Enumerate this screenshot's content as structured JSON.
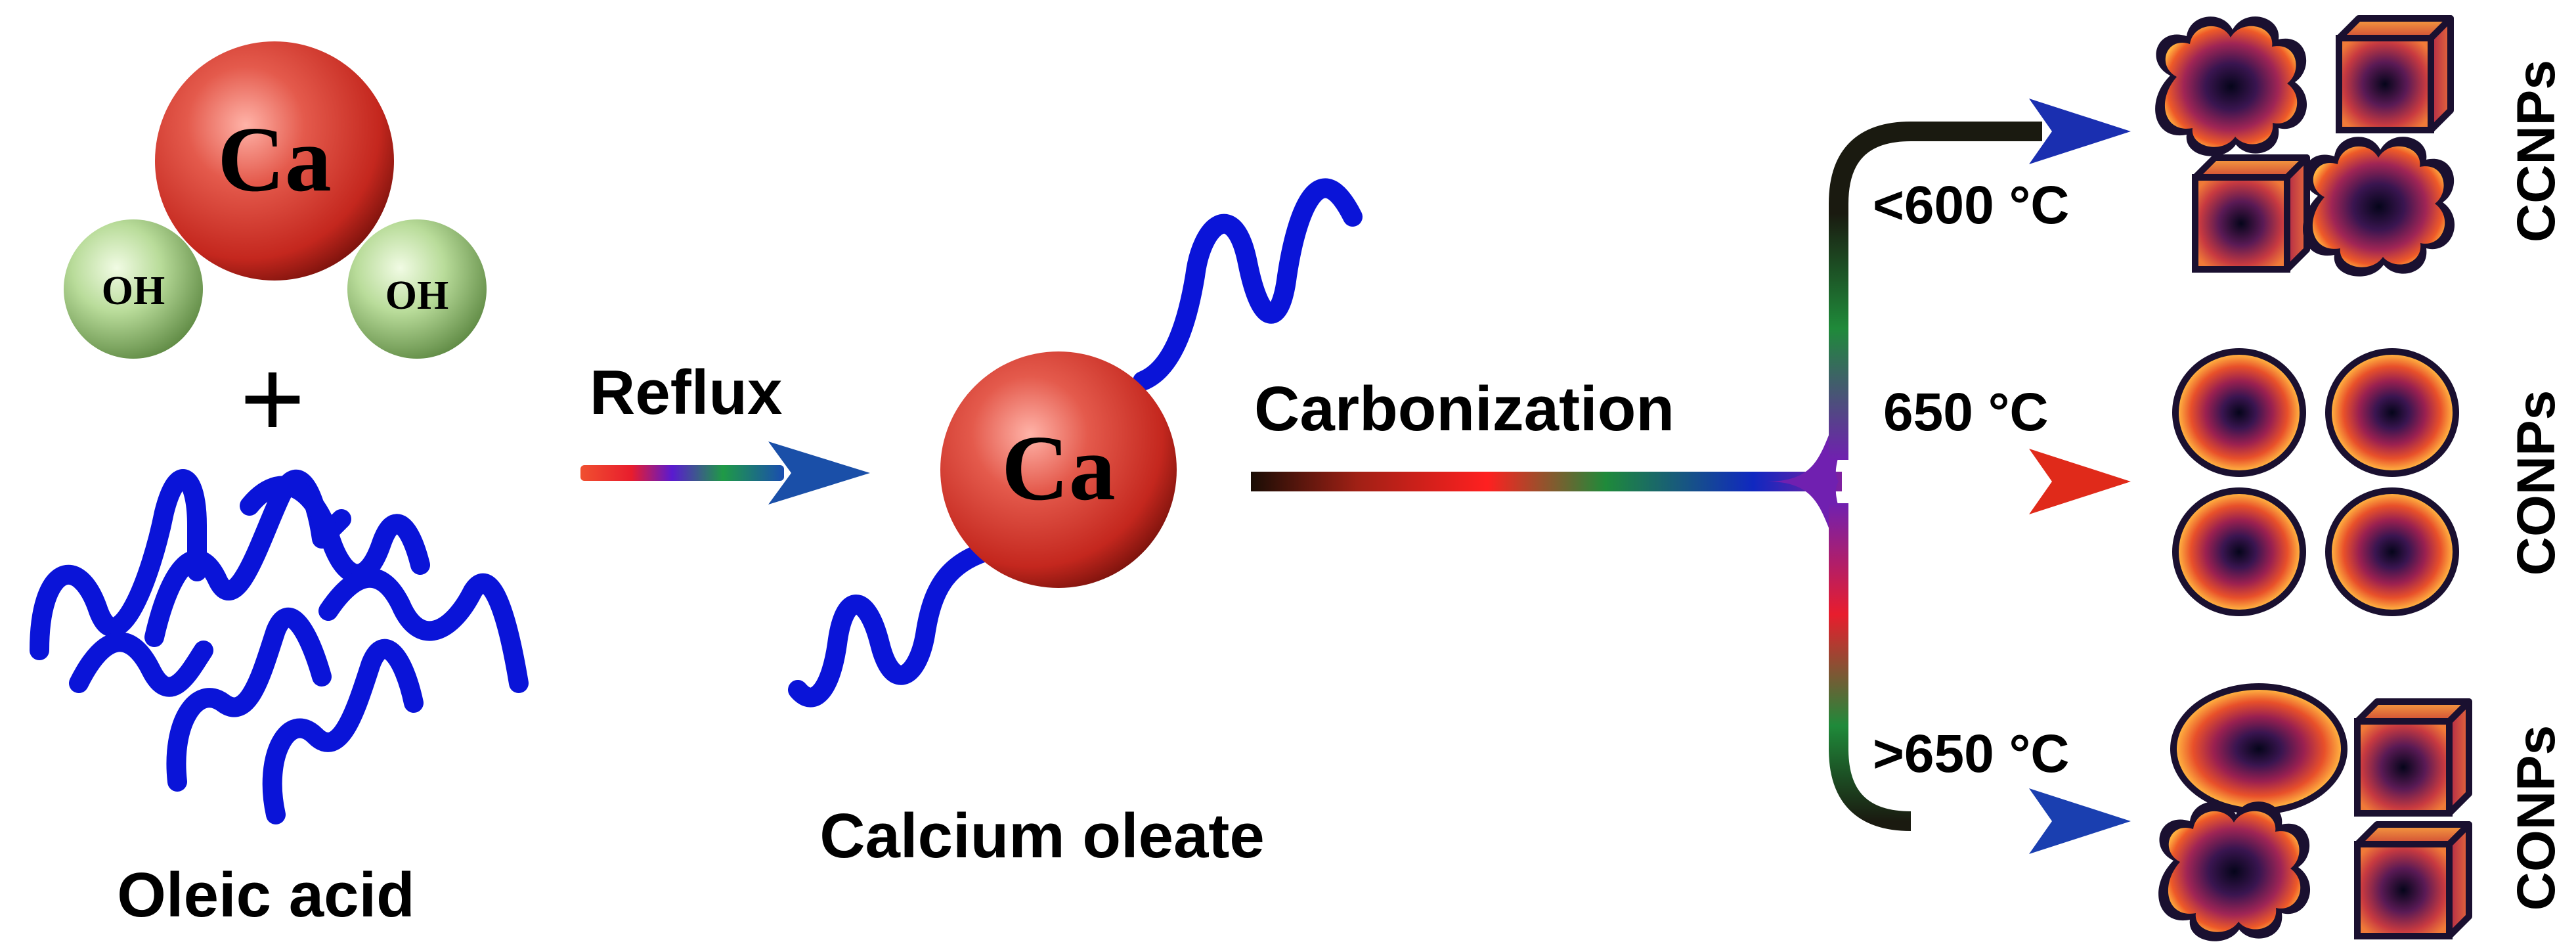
{
  "reactants": {
    "metal_symbol": "Ca",
    "hydroxide_label": "OH",
    "plus_sign": "+",
    "acid_label": "Oleic acid"
  },
  "step1": {
    "label": "Reflux"
  },
  "intermediate": {
    "metal_symbol": "Ca",
    "label": "Calcium oleate"
  },
  "step2": {
    "label": "Carbonization"
  },
  "branches": [
    {
      "condition": "<600 °C",
      "product": "CCNPs",
      "arrowhead_color": "#1a2fb0"
    },
    {
      "condition": "650 °C",
      "product": "CONPs",
      "arrowhead_color": "#e02a1a"
    },
    {
      "condition": ">650 °C",
      "product": "CONPs",
      "arrowhead_color": "#1a3fb0"
    }
  ],
  "colors": {
    "chain": "#0a14d8",
    "atom_ca": "#d83a30",
    "atom_oh": "#a8d088"
  }
}
